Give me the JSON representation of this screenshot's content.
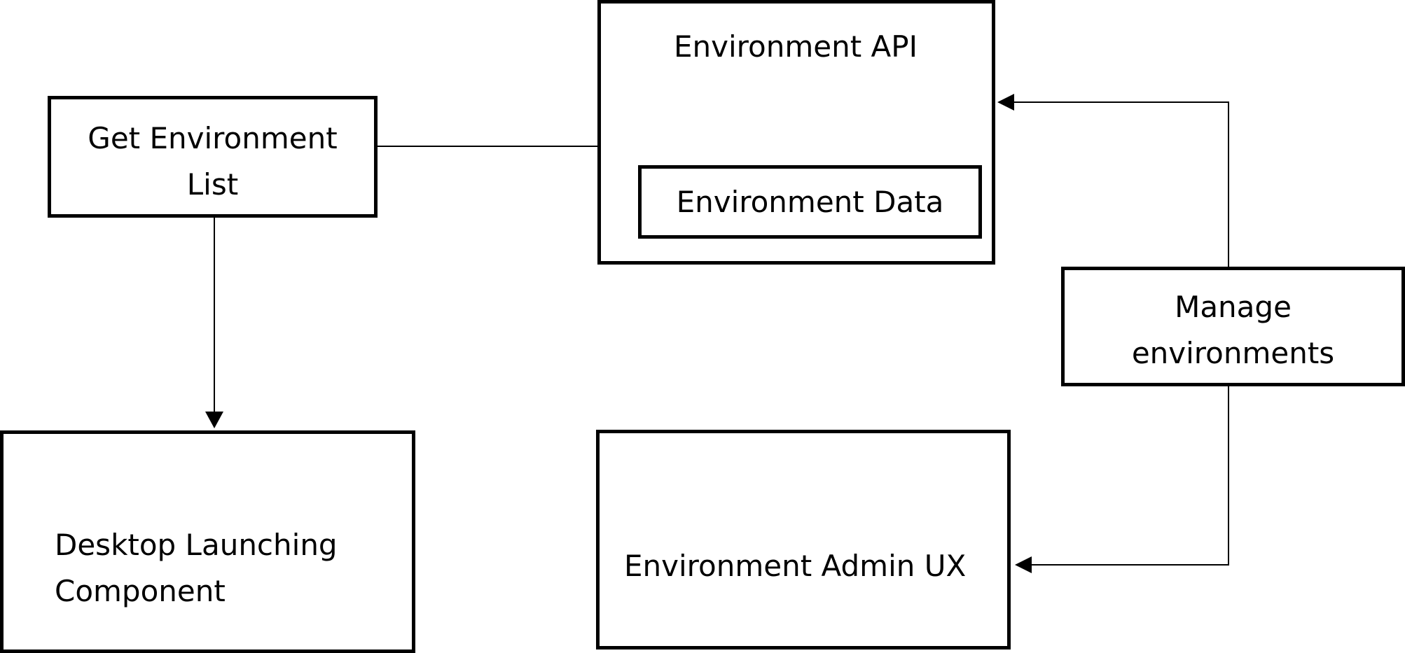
{
  "diagram": {
    "nodes": {
      "get_list": {
        "line1": "Get Environment",
        "line2": "List"
      },
      "env_api": {
        "label": "Environment API"
      },
      "env_data": {
        "label": "Environment Data"
      },
      "manage": {
        "line1": "Manage",
        "line2": "environments"
      },
      "desktop": {
        "line1": "Desktop Launching",
        "line2": "Component"
      },
      "admin_ux": {
        "label": "Environment Admin UX"
      }
    },
    "edges": [
      {
        "from": "Get Environment List",
        "to": "Environment API",
        "arrow": "none"
      },
      {
        "from": "Get Environment List",
        "to": "Desktop Launching Component",
        "arrow": "end"
      },
      {
        "from": "Manage environments",
        "to": "Environment API",
        "arrow": "end"
      },
      {
        "from": "Manage environments",
        "to": "Environment Admin UX",
        "arrow": "end"
      }
    ],
    "colors": {
      "stroke": "#000000",
      "background": "#ffffff"
    }
  }
}
